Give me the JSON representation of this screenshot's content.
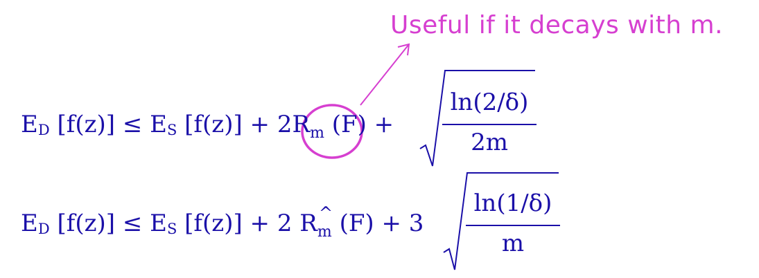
{
  "annotation": {
    "text": "Useful if it decays with m."
  },
  "colors": {
    "annotation": "#d63fd0",
    "math": "#1a0fa8"
  },
  "eq1": {
    "lhs_E": "E",
    "lhs_sub": "D",
    "lhs_arg": "[f(z)] ≤ E",
    "rhs_sub": "S",
    "rhs_arg": "[f(z)] + 2R",
    "R_sub": "m",
    "R_arg": "(F) +",
    "frac_num": "ln(2/δ)",
    "frac_den": "2m"
  },
  "eq2": {
    "lhs_E": "E",
    "lhs_sub": "D",
    "lhs_arg": "[f(z)] ≤ E",
    "rhs_sub": "S",
    "rhs_arg": "[f(z)] + 2 R",
    "hat": "^",
    "R_sub": "m",
    "R_arg": "(F) + 3",
    "frac_num": "ln(1/δ)",
    "frac_den": "m"
  }
}
